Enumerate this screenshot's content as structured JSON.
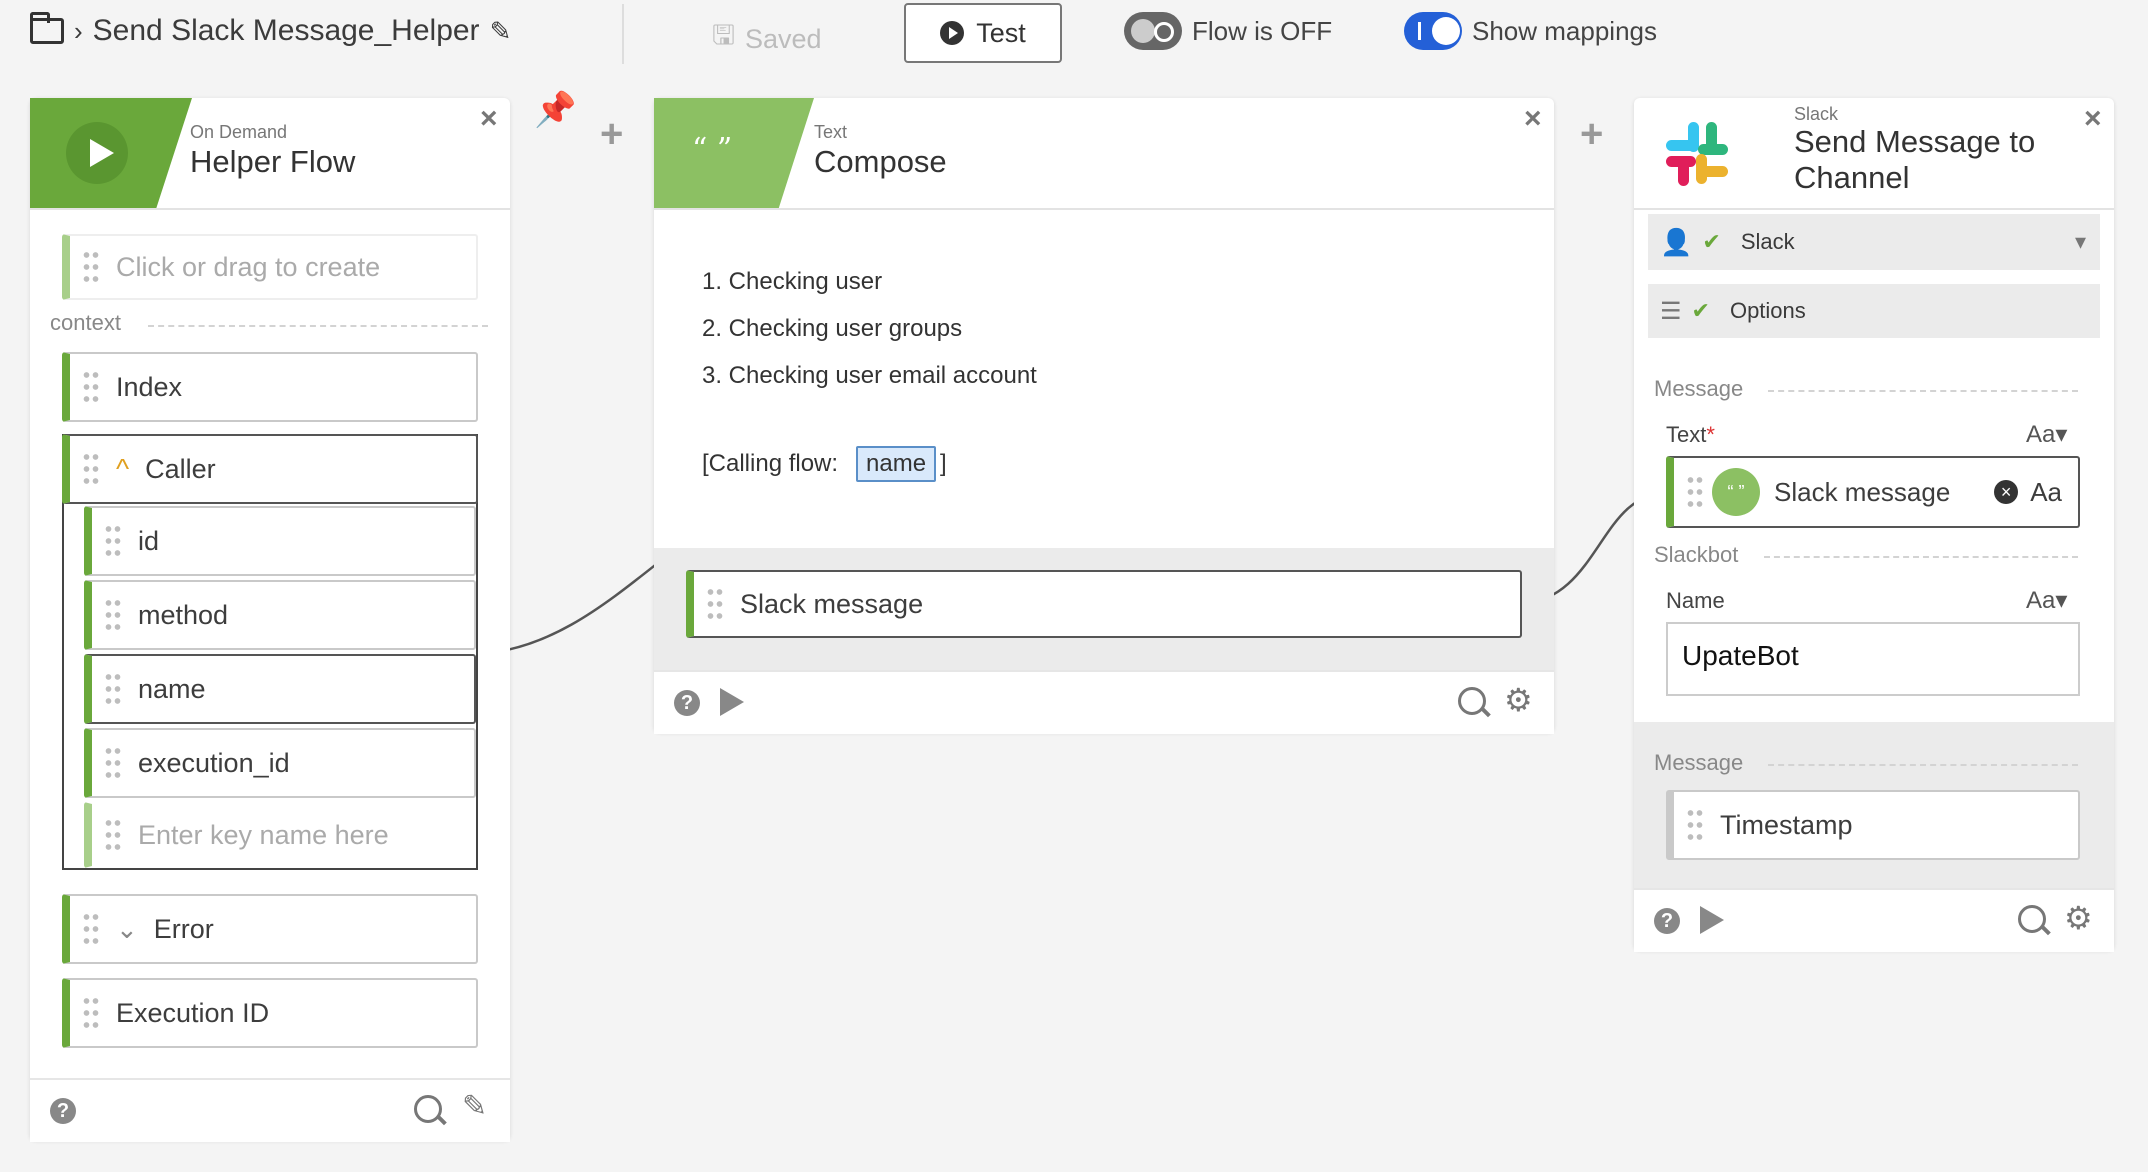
{
  "topbar": {
    "title": "Send Slack Message_Helper",
    "saved_label": "Saved",
    "test_label": "Test",
    "flow_status": "Flow is OFF",
    "mappings_label": "Show mappings"
  },
  "trigger": {
    "subtitle": "On Demand",
    "title": "Helper Flow",
    "create_placeholder": "Click or drag to create",
    "context_label": "context",
    "fields": [
      "Index",
      "Caller",
      "id",
      "method",
      "name",
      "execution_id"
    ],
    "key_placeholder": "Enter key name here",
    "error_label": "Error",
    "execution_label": "Execution ID"
  },
  "compose": {
    "subtitle": "Text",
    "title": "Compose",
    "lines": [
      "1. Checking user",
      "2. Checking user groups",
      "3. Checking user email account"
    ],
    "calling_prefix": "[Calling flow: ",
    "calling_suffix": "]",
    "chip": "name",
    "output": "Slack message"
  },
  "slack": {
    "subtitle": "Slack",
    "title_l1": "Send Message to",
    "title_l2": "Channel",
    "account": "Slack",
    "options": "Options",
    "message_section": "Message",
    "text_label": "Text",
    "required_mark": "*",
    "aa_label": "Aa",
    "text_value": "Slack message",
    "slackbot_section": "Slackbot",
    "name_label": "Name",
    "name_value": "UpateBot",
    "output_section": "Message",
    "timestamp": "Timestamp"
  },
  "colors": {
    "green": "#6aa83b",
    "accent": "#2460d7"
  }
}
